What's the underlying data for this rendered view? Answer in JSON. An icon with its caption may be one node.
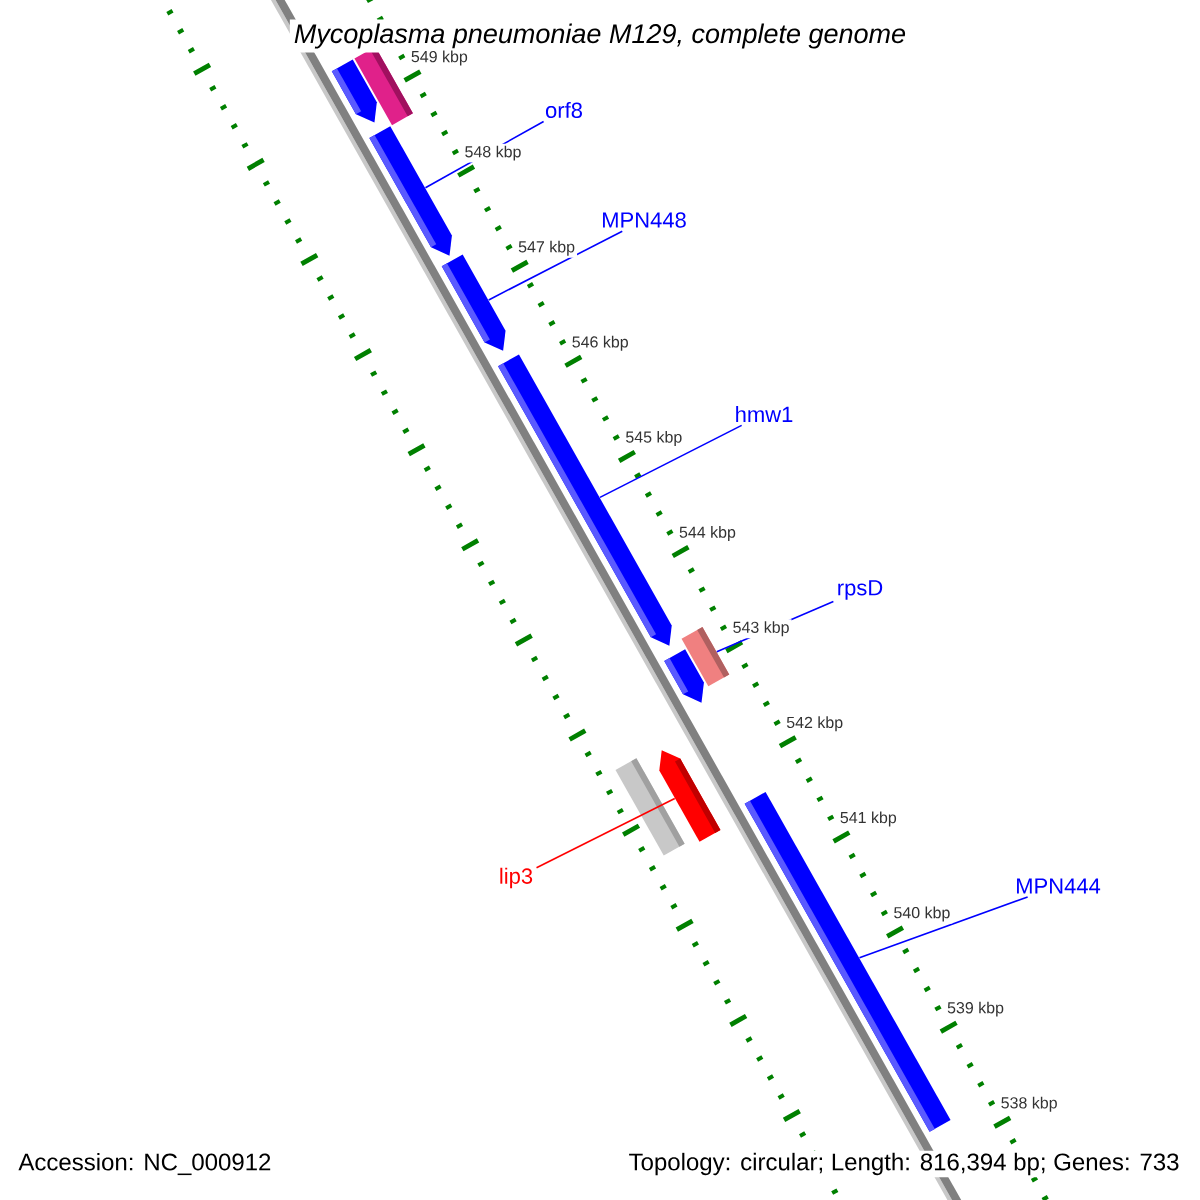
{
  "diagram": {
    "title": "Mycoplasma pneumoniae M129, complete genome",
    "nodes": [
      {
        "text": [
          "orf8"
        ]
      },
      {
        "text": [
          "MPN448"
        ]
      },
      {
        "text": [
          "hmw1"
        ]
      },
      {
        "text": [
          "rpsD"
        ]
      },
      {
        "text": [
          "lip3"
        ]
      },
      {
        "text": [
          "MPN444"
        ]
      },
      {
        "text": [],
        "shape": "box"
      },
      {
        "text": [],
        "shape": "arrow"
      },
      {
        "text": [],
        "shape": "arrow"
      },
      {
        "text": [],
        "shape": "arrow"
      },
      {
        "text": [],
        "shape": "arrow"
      },
      {
        "text": [],
        "shape": "box"
      },
      {
        "text": [],
        "shape": "arrow"
      },
      {
        "text": [],
        "shape": "box"
      },
      {
        "text": [],
        "shape": "arrow"
      },
      {
        "text": [],
        "shape": "box"
      }
    ],
    "edges": [
      {
        "from": 0,
        "to": 8,
        "arrow": "none"
      },
      {
        "from": 1,
        "to": 9,
        "arrow": "none"
      },
      {
        "from": 2,
        "to": 10,
        "arrow": "none"
      },
      {
        "from": 3,
        "to": 11,
        "arrow": "none"
      },
      {
        "from": 4,
        "to": 14,
        "arrow": "none",
        "color": "#ff0000"
      },
      {
        "from": 5,
        "to": 15,
        "arrow": "none"
      }
    ],
    "labels": [
      "549 kbp",
      "548 kbp",
      "547 kbp",
      "546 kbp",
      "545 kbp",
      "544 kbp",
      "543 kbp",
      "542 kbp",
      "541 kbp",
      "540 kbp",
      "539 kbp",
      "538 kbp",
      "Accession: NC_000912",
      "Topology: circular; Length: 816,394 bp; Genes: 733"
    ]
  }
}
